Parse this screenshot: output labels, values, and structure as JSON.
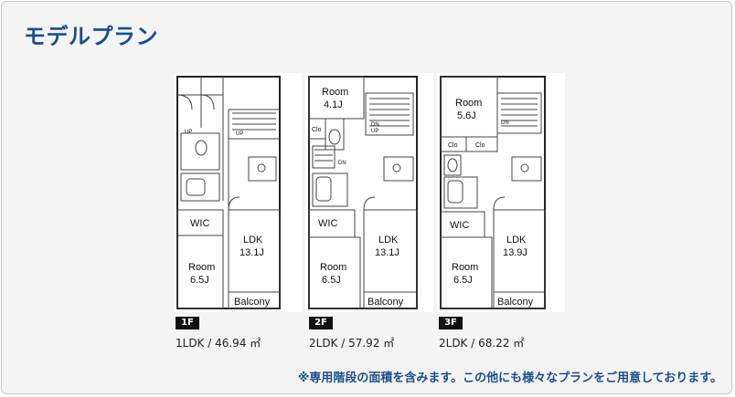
{
  "title": "モデルプラン",
  "note": "※専用階段の面積を含みます。この他にも様々なプランをご用意しております。",
  "plans": [
    {
      "badge": "1F",
      "spec": "1LDK / 46.94 ㎡",
      "labels": {
        "stair_up_1": "UP",
        "stair_up_2": "UP",
        "wic": "WIC",
        "ldk": "LDK",
        "ldk_size": "13.1J",
        "room": "Room",
        "room_size": "6.5J",
        "balcony": "Balcony"
      }
    },
    {
      "badge": "2F",
      "spec": "2LDK / 57.92 ㎡",
      "labels": {
        "room_top": "Room",
        "room_top_size": "4.1J",
        "clo": "Clo",
        "dn_up": "DN\nUP",
        "dn": "DN",
        "wic": "WIC",
        "ldk": "LDK",
        "ldk_size": "13.1J",
        "room": "Room",
        "room_size": "6.5J",
        "balcony": "Balcony"
      }
    },
    {
      "badge": "3F",
      "spec": "2LDK / 68.22 ㎡",
      "labels": {
        "room_top": "Room",
        "room_top_size": "5.6J",
        "dn": "DN",
        "clo_1": "Clo",
        "clo_2": "Clo",
        "wic": "WIC",
        "ldk": "LDK",
        "ldk_size": "13.9J",
        "room": "Room",
        "room_size": "6.5J",
        "balcony": "Balcony"
      }
    }
  ]
}
